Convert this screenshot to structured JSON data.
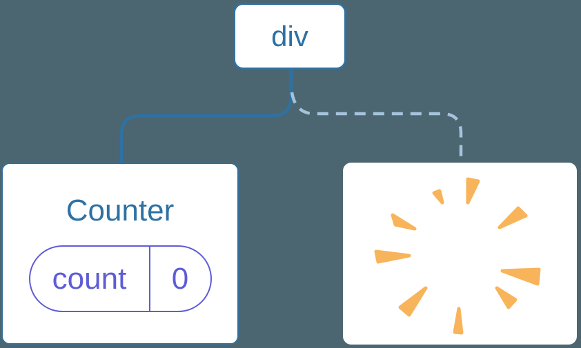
{
  "canvas": {
    "background_color": "#4c6671",
    "card_background": "#ffffff"
  },
  "tree": {
    "root_node": {
      "label": "div"
    },
    "counter_node": {
      "title": "Counter",
      "state_pill": {
        "name": "count",
        "value": "0"
      }
    },
    "removed_node": {
      "icon": "poof-burst-icon"
    }
  },
  "connectors": {
    "kept_child": "solid",
    "removed_child": "dashed"
  },
  "colors": {
    "node_accent_blue": "#2e71a3",
    "dashed_connector_blue": "#a5c3dc",
    "state_accent_purple": "#5f5cd6",
    "poof_orange": "#f8b45a"
  }
}
